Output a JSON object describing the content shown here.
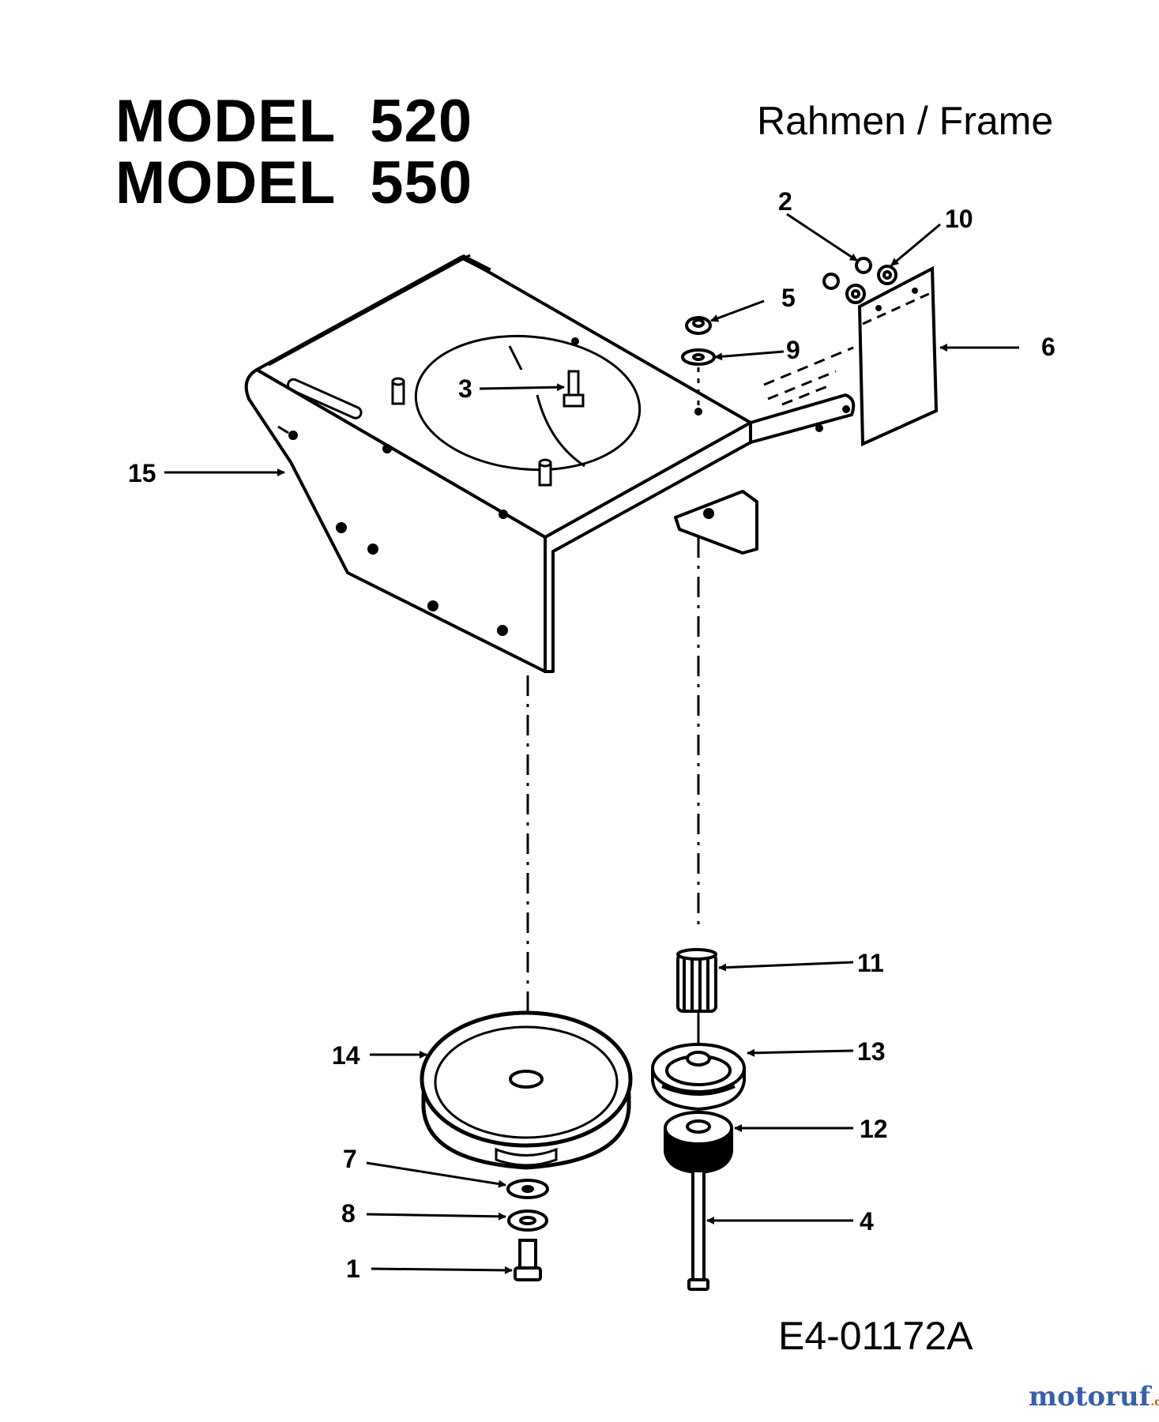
{
  "header": {
    "model_line_1": "MODEL  520",
    "model_line_2": "MODEL  550",
    "section_title": "Rahmen / Frame"
  },
  "diagram_code": "E4-01172A",
  "callouts": [
    "1",
    "2",
    "3",
    "4",
    "5",
    "6",
    "7",
    "8",
    "9",
    "10",
    "11",
    "12",
    "13",
    "14",
    "15"
  ],
  "watermark": {
    "text": "motoruf",
    "tld": ".de"
  },
  "colors": {
    "ink": "#000000",
    "paper": "#ffffff"
  }
}
